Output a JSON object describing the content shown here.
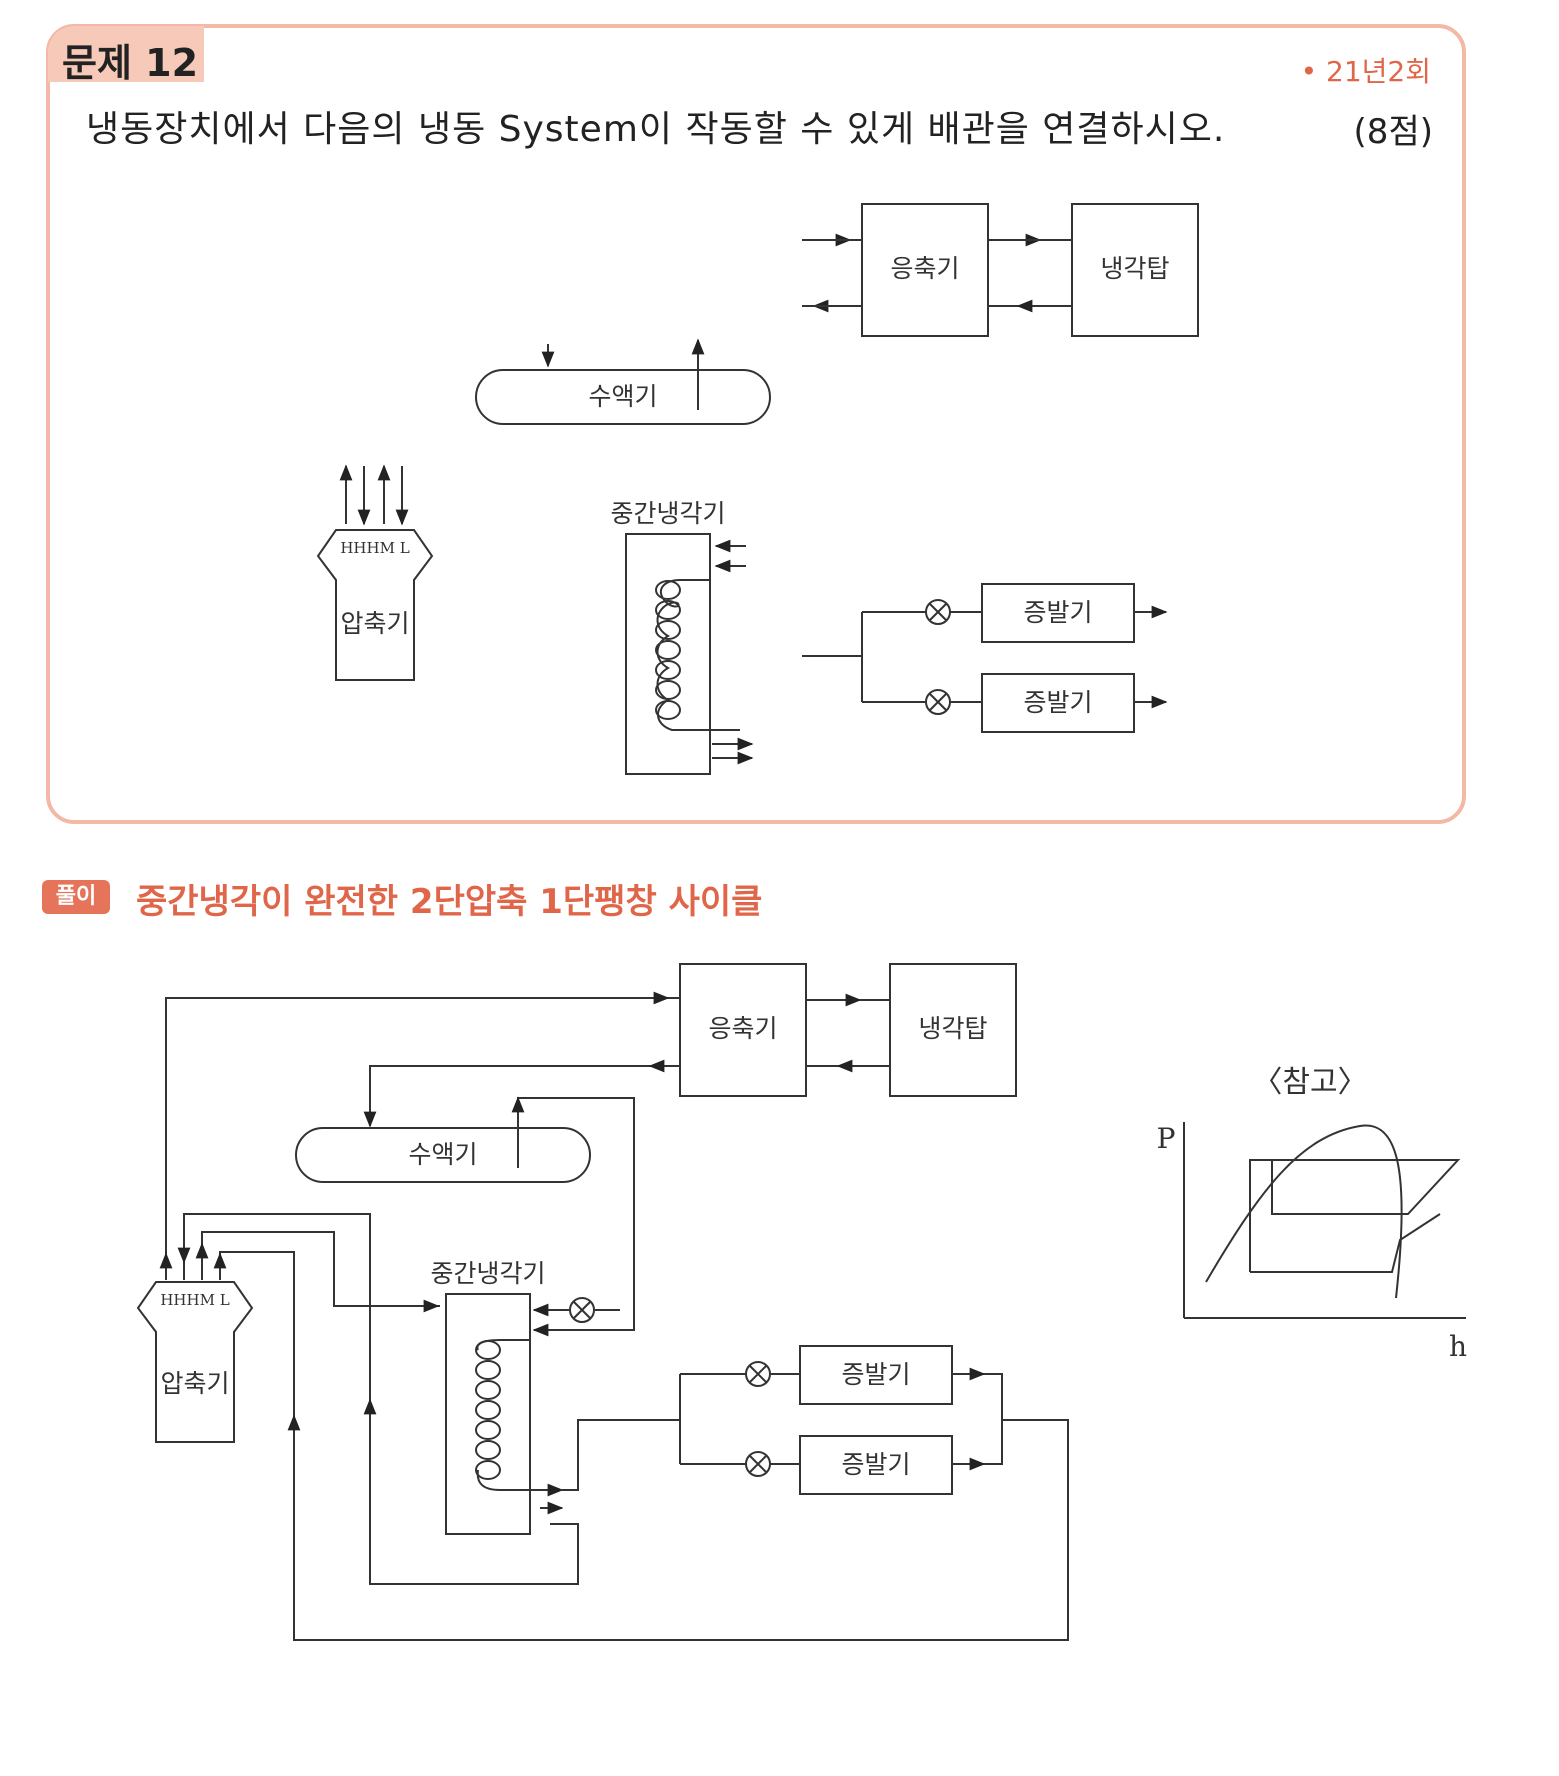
{
  "problem": {
    "tag": "문제 12",
    "source": "• 21년2회",
    "question": "냉동장치에서 다음의 냉동 System이 작동할 수 있게 배관을 연결하시오.",
    "points": "(8점)"
  },
  "labels": {
    "condenser": "응축기",
    "cooling_tower": "냉각탑",
    "receiver": "수액기",
    "compressor": "압축기",
    "compressor_ports": "HHHM L",
    "intercooler": "중간냉각기",
    "evaporator": "증발기"
  },
  "solution": {
    "tag": "풀이",
    "title": "중간냉각이 완전한 2단압축 1단팽창 사이클"
  },
  "reference": {
    "title": "〈참고〉",
    "y_axis": "P",
    "x_axis": "h"
  }
}
